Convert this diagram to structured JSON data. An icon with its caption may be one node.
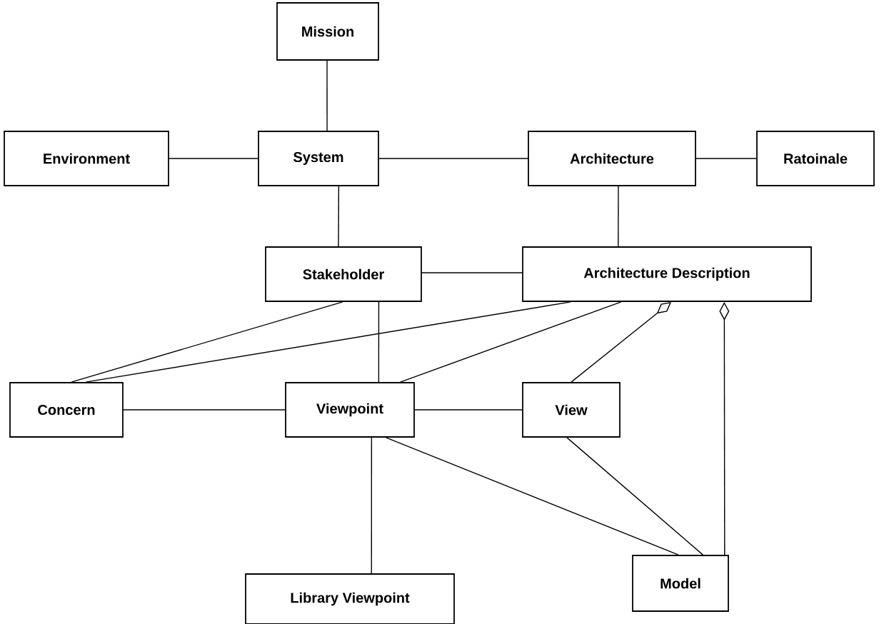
{
  "diagram": {
    "nodes": [
      {
        "text": [
          "Mission"
        ]
      },
      {
        "text": [
          "Environment"
        ]
      },
      {
        "text": [
          "System"
        ]
      },
      {
        "text": [
          "Architecture"
        ]
      },
      {
        "text": [
          "Ratoinale"
        ]
      },
      {
        "text": [
          "Stakeholder"
        ]
      },
      {
        "text": [
          "Architecture Description"
        ]
      },
      {
        "text": [
          "Concern"
        ]
      },
      {
        "text": [
          "Viewpoint"
        ]
      },
      {
        "text": [
          "View"
        ]
      },
      {
        "text": [
          "Model"
        ]
      },
      {
        "text": [
          "Library Viewpoint"
        ]
      }
    ],
    "edges": [
      {
        "from": 0,
        "to": 2,
        "arrow": "none"
      },
      {
        "from": 1,
        "to": 2,
        "arrow": "none"
      },
      {
        "from": 2,
        "to": 3,
        "arrow": "none"
      },
      {
        "from": 3,
        "to": 4,
        "arrow": "none"
      },
      {
        "from": 2,
        "to": 5,
        "arrow": "none"
      },
      {
        "from": 3,
        "to": 6,
        "arrow": "none"
      },
      {
        "from": 5,
        "to": 6,
        "arrow": "none"
      },
      {
        "from": 5,
        "to": 7,
        "arrow": "none"
      },
      {
        "from": 6,
        "to": 7,
        "arrow": "none"
      },
      {
        "from": 6,
        "to": 8,
        "arrow": "none"
      },
      {
        "from": 6,
        "to": 9,
        "arrow": "other"
      },
      {
        "from": 6,
        "to": 10,
        "arrow": "other"
      },
      {
        "from": 5,
        "to": 8,
        "arrow": "none"
      },
      {
        "from": 7,
        "to": 8,
        "arrow": "none"
      },
      {
        "from": 8,
        "to": 9,
        "arrow": "none"
      },
      {
        "from": 8,
        "to": 11,
        "arrow": "none"
      },
      {
        "from": 8,
        "to": 10,
        "arrow": "none"
      },
      {
        "from": 9,
        "to": 10,
        "arrow": "none"
      }
    ]
  }
}
